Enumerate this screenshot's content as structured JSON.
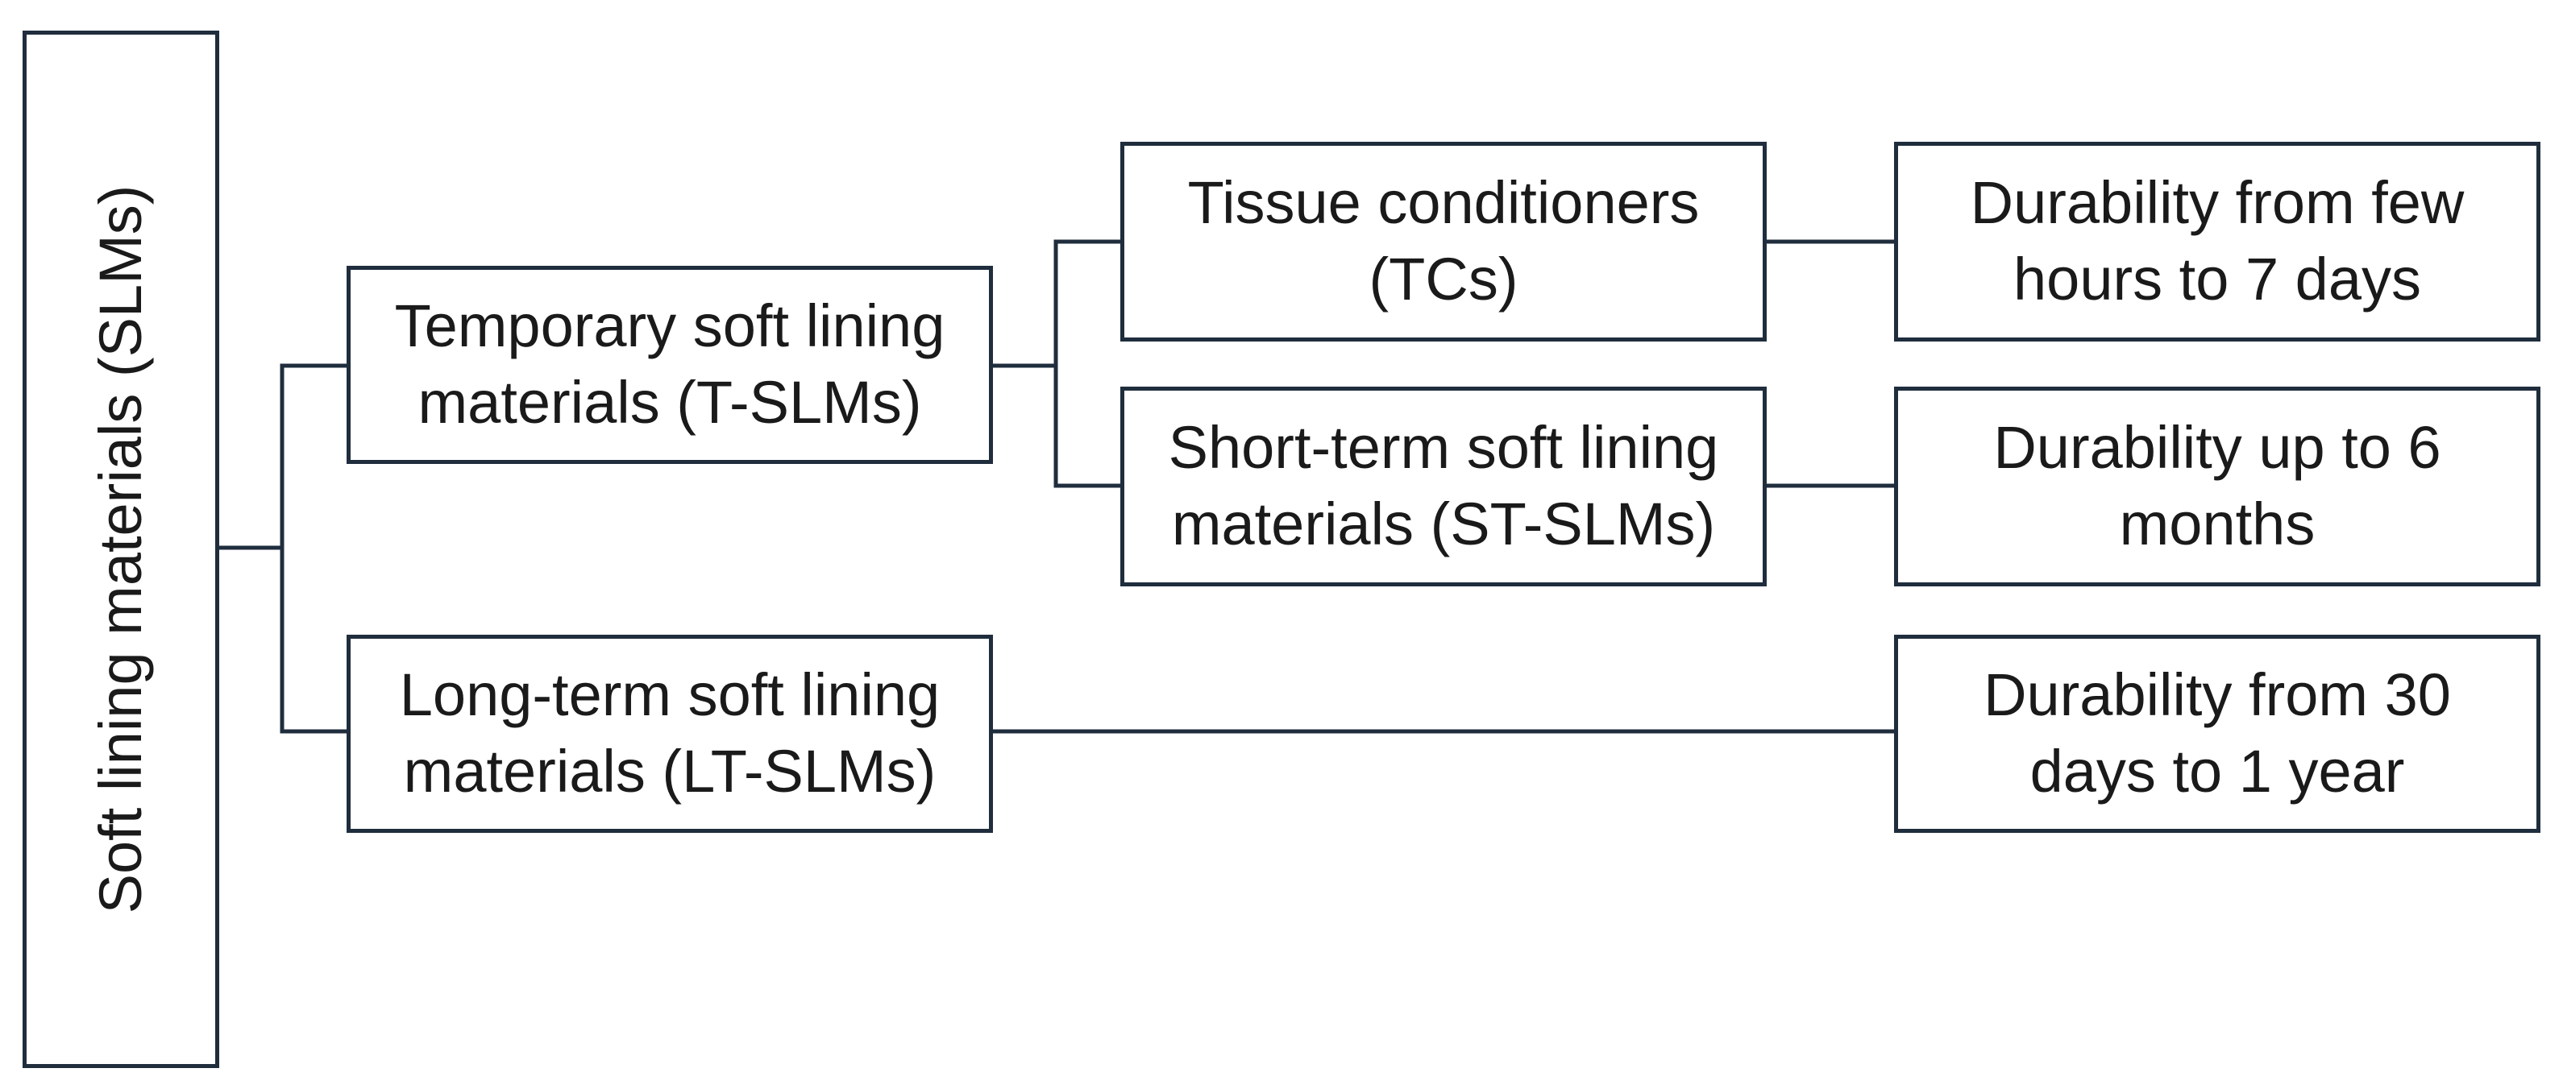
{
  "diagram": {
    "root": {
      "label": "Soft lining materials (SLMs)"
    },
    "level1": [
      {
        "label": "Temporary soft  lining\nmaterials (T-SLMs)"
      },
      {
        "label": "Long-term soft lining\nmaterials (LT-SLMs)"
      }
    ],
    "level2": [
      {
        "label": "Tissue conditioners\n(TCs)"
      },
      {
        "label": "Short-term soft lining\nmaterials (ST-SLMs)"
      }
    ],
    "durability": [
      {
        "label": "Durability from few\nhours to 7 days"
      },
      {
        "label": "Durability up to 6\nmonths"
      },
      {
        "label": "Durability from 30\ndays to 1 year"
      }
    ],
    "colors": {
      "line": "#1f2d3d",
      "box_border": "#1f2d3d",
      "background": "#ffffff",
      "text": "#1a1a1a"
    }
  }
}
